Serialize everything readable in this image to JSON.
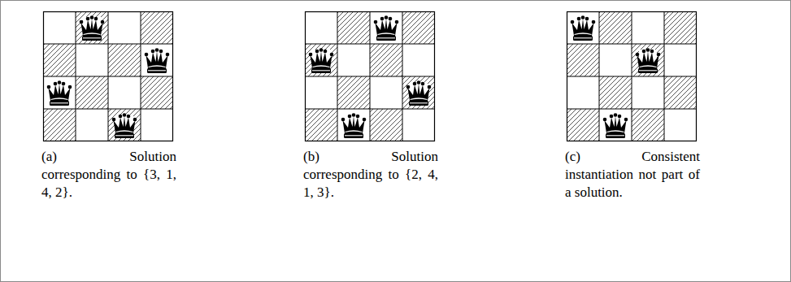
{
  "diagram": {
    "labels": [
      "(a) Solution corresponding to {3, 1, 4, 2}.",
      "(b) Solution corresponding to {2, 4, 1, 3}.",
      "(c) Consistent instantiation not part of a solution."
    ]
  }
}
